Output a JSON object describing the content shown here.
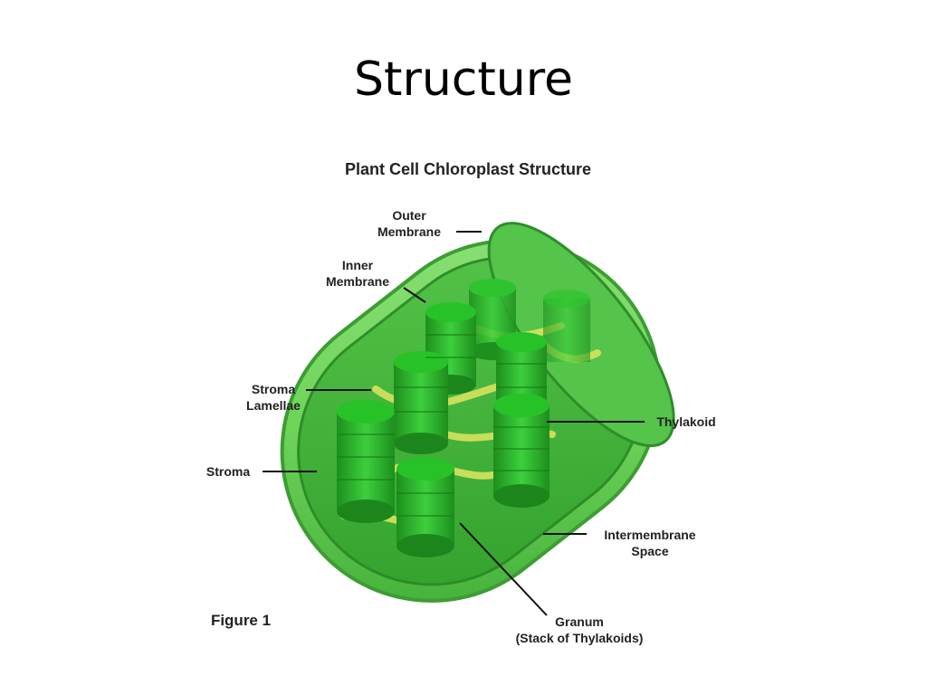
{
  "slide": {
    "title": "Structure"
  },
  "figure": {
    "title": "Plant Cell Chloroplast Structure",
    "caption": "Figure 1",
    "labels": {
      "outer_membrane": [
        "Outer",
        "Membrane"
      ],
      "inner_membrane": [
        "Inner",
        "Membrane"
      ],
      "stroma_lamellae": [
        "Stroma",
        "Lamellae"
      ],
      "stroma": "Stroma",
      "thylakoid": "Thylakoid",
      "intermembrane_space": [
        "Intermembrane",
        "Space"
      ],
      "granum": [
        "Granum",
        "(Stack of Thylakoids)"
      ]
    }
  },
  "colors": {
    "outer_shell": "#5cc84a",
    "inner_fill": "#3fb53a",
    "dark_green": "#1e8a1e",
    "granum": "#2fae2f",
    "granum_top": "#24c024",
    "lamellae": "#d4e060"
  }
}
